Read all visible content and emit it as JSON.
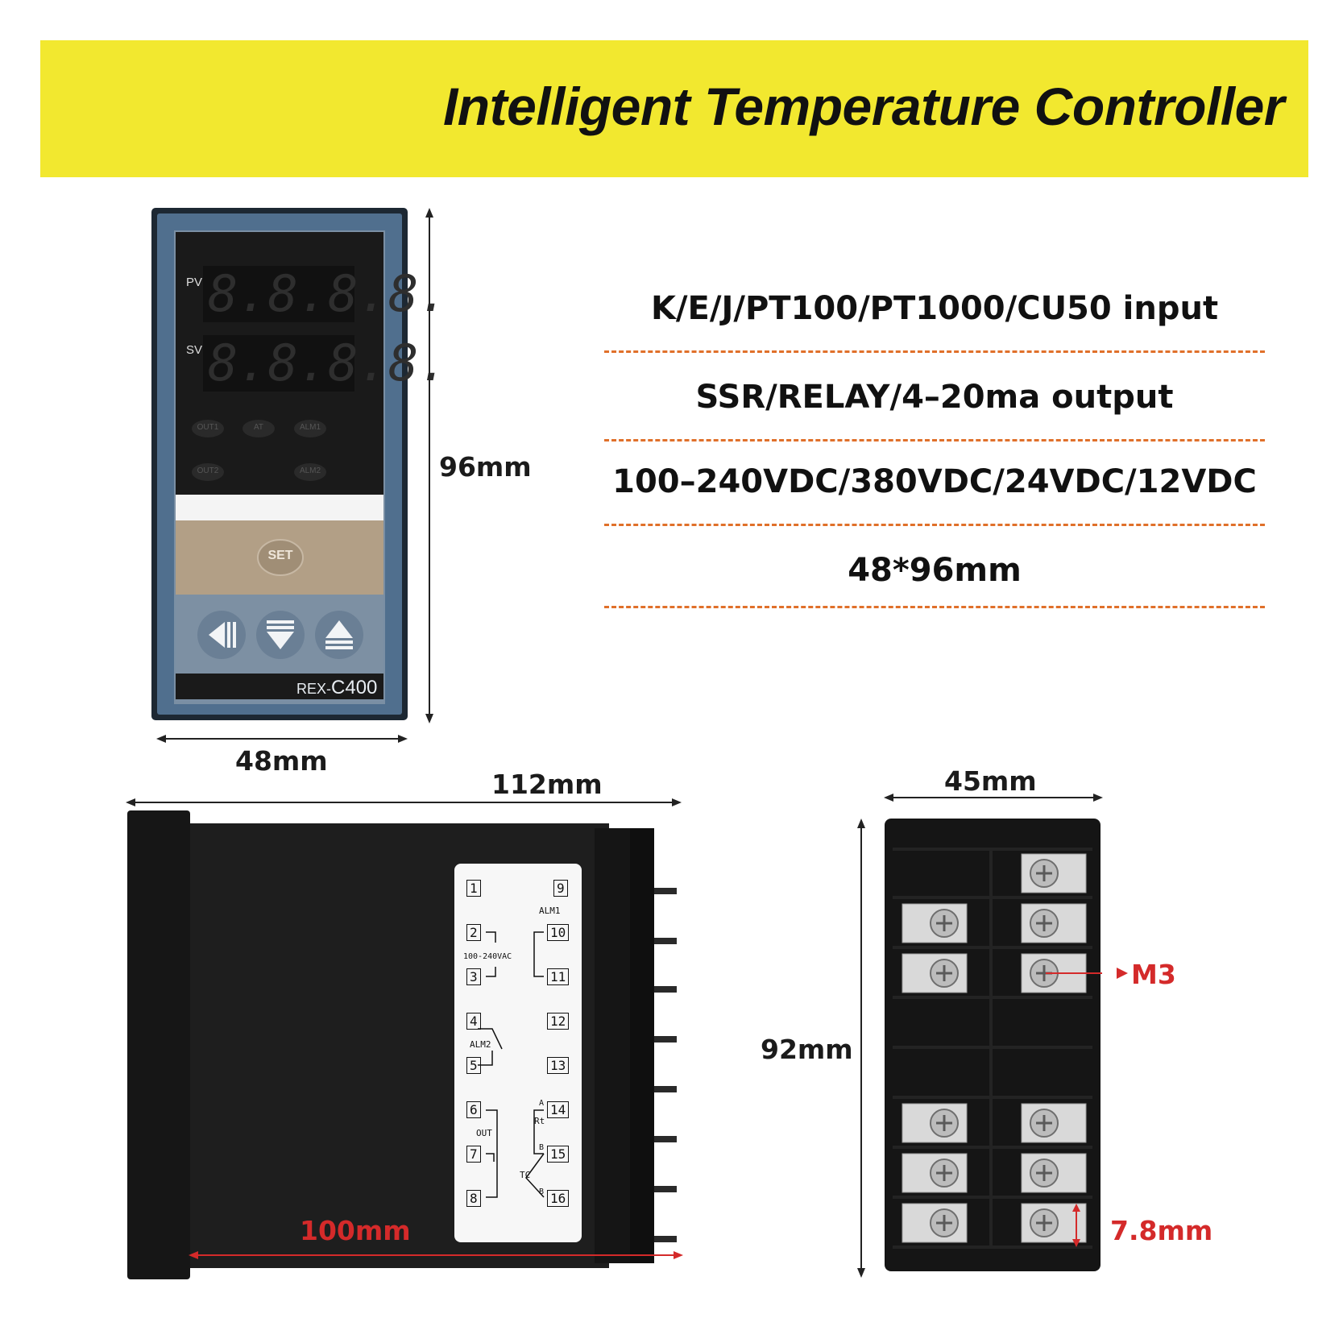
{
  "banner": {
    "title": "Intelligent Temperature Controller",
    "color": "#f2e82f"
  },
  "specs": [
    "K/E/J/PT100/PT1000/CU50 input",
    "SSR/RELAY/4–20ma output",
    "100–240VDC/380VDC/24VDC/12VDC",
    "48*96mm"
  ],
  "front_panel": {
    "pv_label": "PV",
    "sv_label": "SV",
    "pv_display": "8.8.8.8.",
    "sv_display": "8.8.8.8.",
    "indicators_row1": [
      "OUT1",
      "AT",
      "ALM1"
    ],
    "indicators_row2": [
      "OUT2",
      "ALM2"
    ],
    "set_button": "SET",
    "model_prefix": "REX-",
    "model_number": "C400",
    "icons": [
      "shift-left-icon",
      "down-arrow-icon",
      "up-arrow-icon"
    ]
  },
  "dimensions": {
    "front_height": "96mm",
    "front_width": "48mm",
    "side_length": "112mm",
    "side_depth": "100mm",
    "rear_width": "45mm",
    "rear_height": "92mm",
    "screw": "M3",
    "pitch": "7.8mm"
  },
  "wiring_label": {
    "left_terminals": [
      "1",
      "2",
      "3",
      "4",
      "5",
      "6",
      "7",
      "8"
    ],
    "right_terminals": [
      "9",
      "10",
      "11",
      "12",
      "13",
      "14",
      "15",
      "16"
    ],
    "alm1": "ALM1",
    "power": "100-240VAC",
    "alm2": "ALM2",
    "out": "OUT",
    "rt": "Rt",
    "tc": "TC",
    "a": "A",
    "b1": "B",
    "b2": "B"
  },
  "colors": {
    "accent_line": "#e0702a",
    "dimension_red": "#d42a2a",
    "panel_blue": "#4f6f8f"
  }
}
